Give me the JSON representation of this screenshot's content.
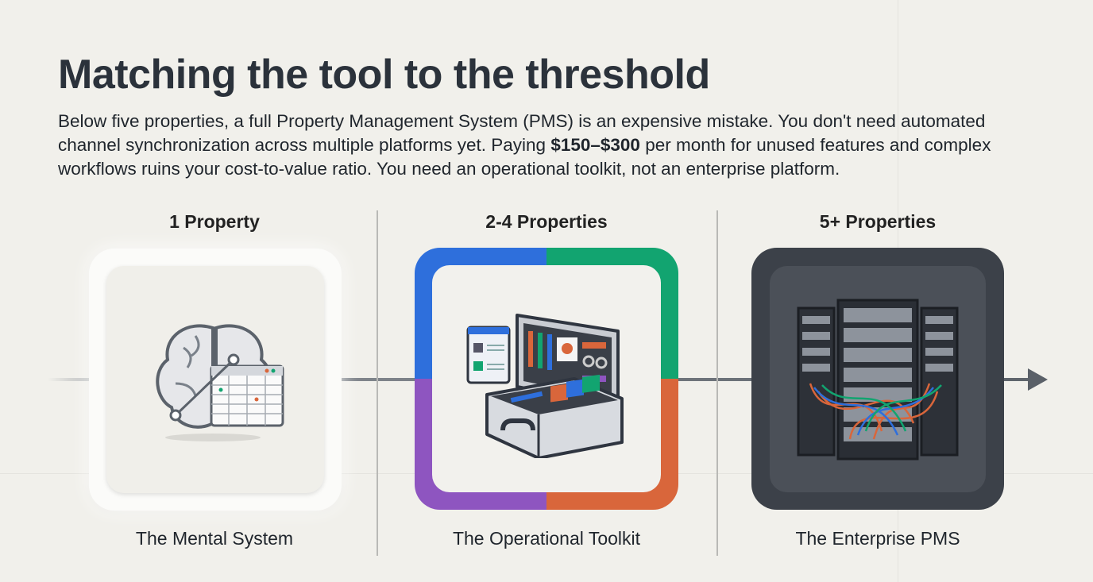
{
  "header": {
    "title": "Matching the tool to the threshold",
    "intro_part1": "Below five properties, a full Property Management System (PMS) is an expensive mistake. You don't need automated channel synchronization across multiple platforms yet. Paying ",
    "intro_price": "$150–$300",
    "intro_part2": " per month for unused features and complex workflows ruins your cost-to-value ratio. You need an operational toolkit, not an enterprise platform."
  },
  "tiers": [
    {
      "heading": "1 Property",
      "label": "The Mental System",
      "icon": "brain-spreadsheet-icon"
    },
    {
      "heading": "2-4 Properties",
      "label": "The Operational Toolkit",
      "icon": "toolbox-icon"
    },
    {
      "heading": "5+ Properties",
      "label": "The Enterprise PMS",
      "icon": "server-rack-icon"
    }
  ],
  "colors": {
    "blue": "#2e6fdc",
    "green": "#12a470",
    "purple": "#8e55c0",
    "orange": "#d9663b",
    "dark_card": "#3c4149",
    "dark_inner": "#4b5058"
  }
}
